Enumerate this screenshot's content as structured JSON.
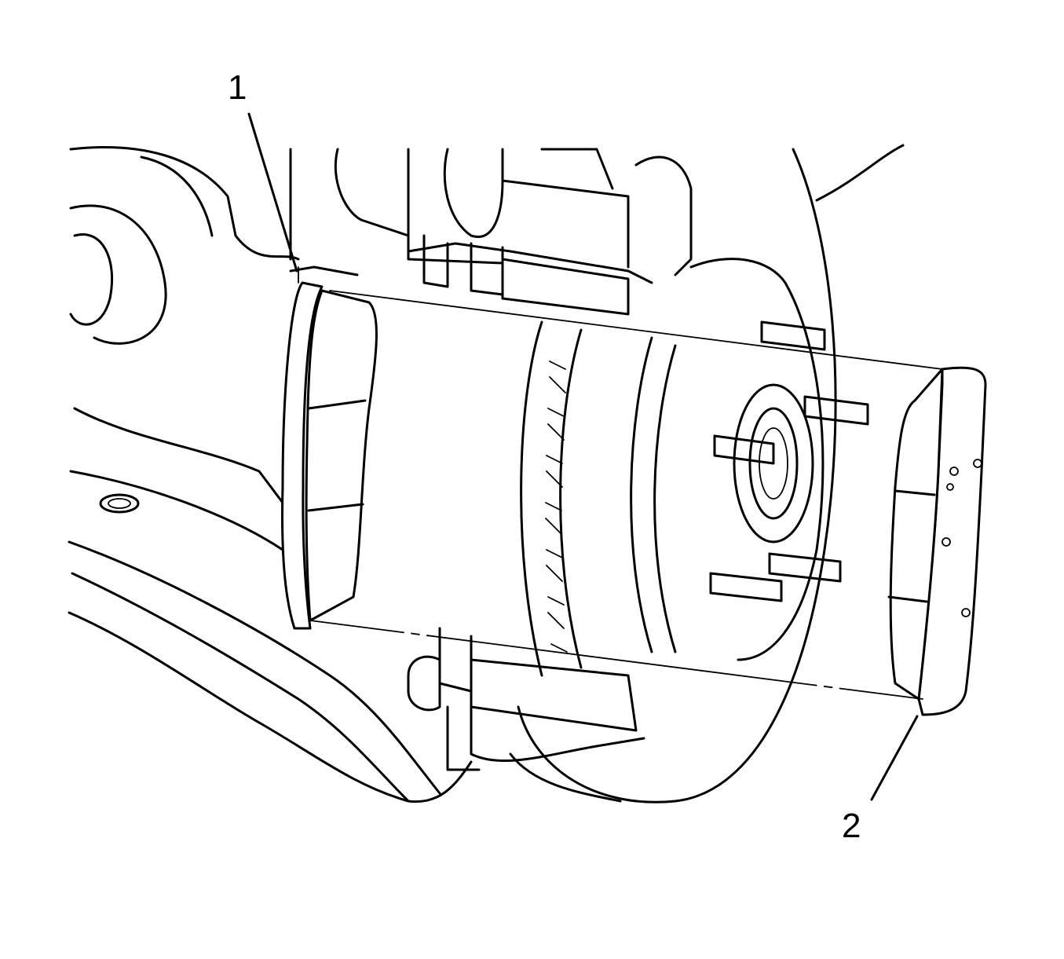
{
  "callouts": [
    {
      "label": "1",
      "part": "inner-brake-pad"
    },
    {
      "label": "2",
      "part": "outer-brake-pad"
    }
  ],
  "colors": {
    "line": "#000000",
    "background": "#ffffff"
  }
}
